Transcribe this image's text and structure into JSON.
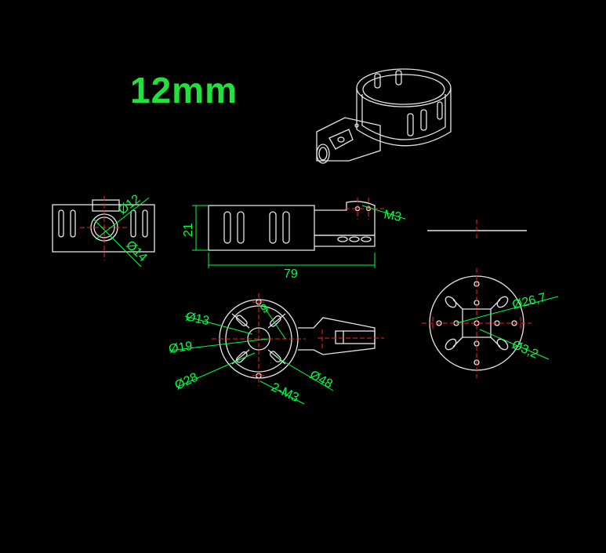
{
  "title": "12mm",
  "colors": {
    "background": "#000000",
    "outline": "#e6e6e6",
    "dimension": "#00ff40",
    "centerline": "#ff2020",
    "title": "#22e13d"
  },
  "labels": {
    "side_d12": "Ø12",
    "side_d14": "Ø14",
    "front_height": "21",
    "front_length": "79",
    "front_m3": "M3",
    "top_d13": "Ø13",
    "top_9": "9",
    "top_d19": "Ø19",
    "top_d28": "Ø28",
    "top_d48": "Ø48",
    "top_2m3": "2-M3",
    "plate_d267": "Ø26,7",
    "plate_d32": "Ø3,2"
  }
}
